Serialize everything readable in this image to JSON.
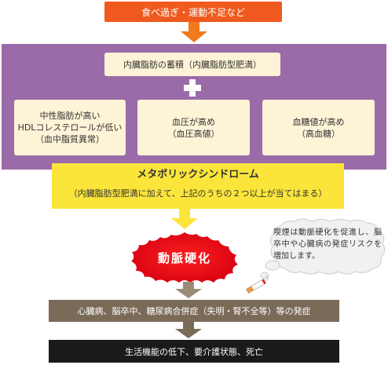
{
  "cause": "食べ過ぎ・運動不足など",
  "visceral_fat": "内臓脂肪の蓄積（内臓脂肪型肥満）",
  "conditions": {
    "lipid": {
      "line1": "中性脂肪が高い",
      "line2": "HDLコレステロールが低い",
      "line3": "（血中脂質異常）"
    },
    "blood_pressure": {
      "line1": "血圧が高め",
      "line2": "（血圧高値）"
    },
    "blood_glucose": {
      "line1": "血糖値が高め",
      "line2": "（高血糖）"
    }
  },
  "metabolic": {
    "title": "メタボリックシンドローム",
    "subtitle": "（内臓脂肪型肥満に加えて、上記のうちの２つ以上が当てはまる）"
  },
  "arteriosclerosis": "動脈硬化",
  "smoking_note": "喫煙は動脈硬化を促進し、脳卒中や心臓病の発症リスクを増加します。",
  "diseases": "心臓病、脳卒中、糖尿病合併症（失明・腎不全等）等の発症",
  "final": "生活機能の低下、要介護状態、死亡",
  "icons": [
    "plus-icon",
    "cigarette-icon",
    "down-arrow-icon",
    "thought-bubble-icon"
  ],
  "colors": {
    "cause_box": "#f05a1e",
    "arrow": "#f07a1e",
    "panel": "#9b6aa8",
    "cream": "#fdf3d6",
    "banner": "#fbe53a",
    "arterio": "#e60012",
    "disease_box": "#7a6a58",
    "final_box": "#1a1a1a"
  }
}
